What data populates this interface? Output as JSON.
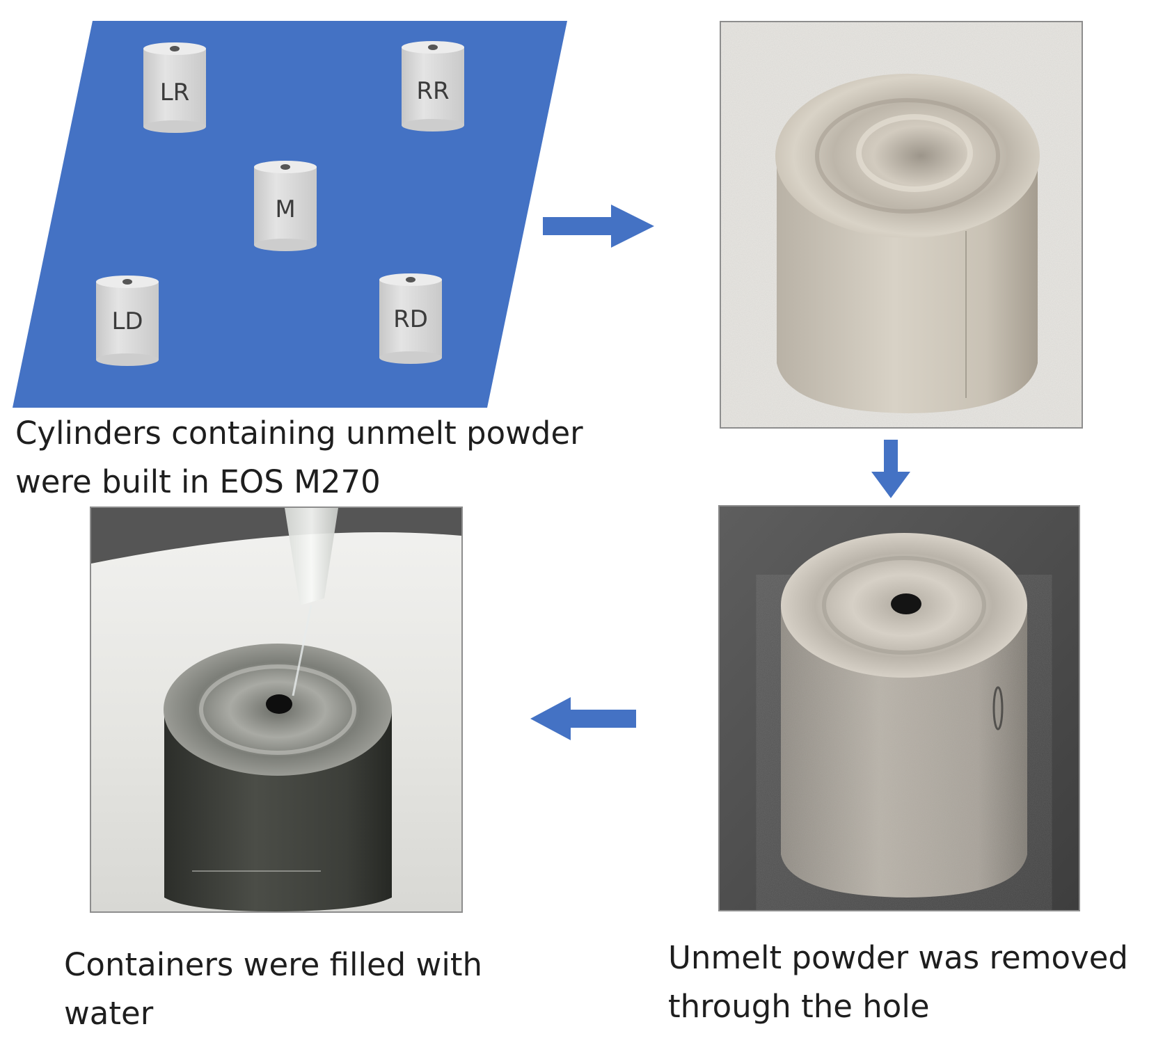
{
  "diagram": {
    "build_plate": {
      "cylinders": [
        {
          "id": "LR",
          "label": "LR"
        },
        {
          "id": "RR",
          "label": "RR"
        },
        {
          "id": "M",
          "label": "M"
        },
        {
          "id": "LD",
          "label": "LD"
        },
        {
          "id": "RD",
          "label": "RD"
        }
      ],
      "colors": {
        "plate": "#4472C4",
        "cylinder": "#D9D9D9",
        "arrow": "#4472C4"
      }
    },
    "captions": {
      "build": [
        "Cylinders containing unmelt powder",
        "were built in EOS M270"
      ],
      "fill": [
        "Containers were filled with",
        "water"
      ],
      "remove": [
        "Unmelt powder was removed",
        "through the hole"
      ]
    }
  }
}
